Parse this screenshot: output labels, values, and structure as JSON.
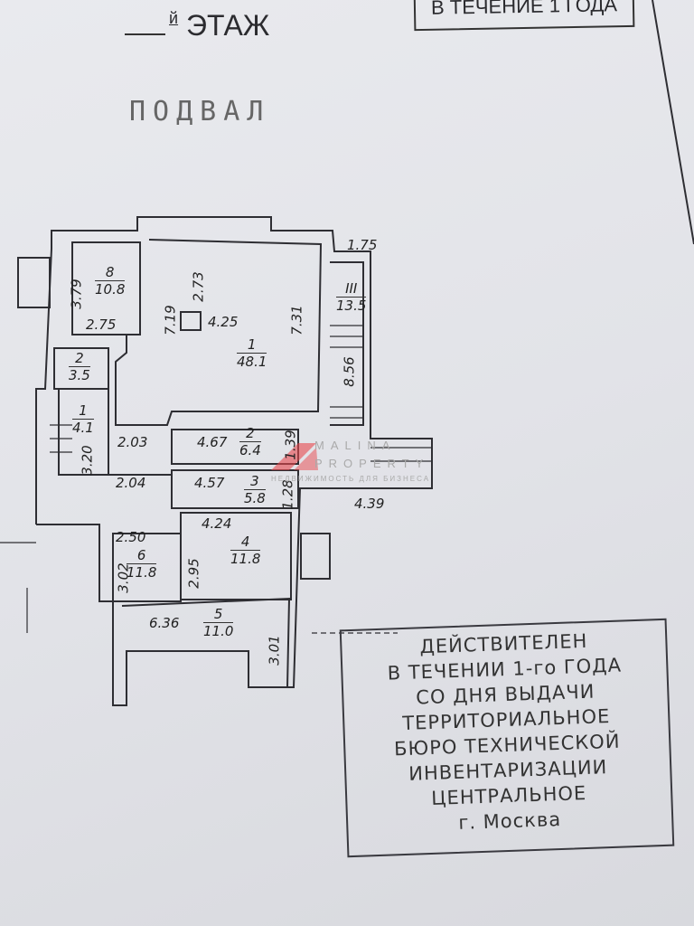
{
  "header": {
    "floor_suffix": "й",
    "floor_label": "ЭТАЖ",
    "floor_name": "ПОДВАЛ",
    "top_box_text": "В ТЕЧЕНИЕ 1 ГОДА"
  },
  "rooms": [
    {
      "number": "1",
      "area": "48.1"
    },
    {
      "number": "2",
      "area": "6.4"
    },
    {
      "number": "3",
      "area": "5.8"
    },
    {
      "number": "4",
      "area": "11.8"
    },
    {
      "number": "5",
      "area": "11.0"
    },
    {
      "number": "6",
      "area": "11.8"
    },
    {
      "number": "8",
      "area": "10.8"
    },
    {
      "number": "2",
      "area": "3.5"
    },
    {
      "number": "1",
      "area": "4.1"
    },
    {
      "number": "III",
      "area": "13.5"
    }
  ],
  "dimensions": [
    "3.79",
    "2.75",
    "7.19",
    "2.73",
    "4.25",
    "7.31",
    "1.75",
    "8.56",
    "2.03",
    "4.67",
    "1.39",
    "2.04",
    "4.57",
    "1.28",
    "4.39",
    "4.24",
    "2.50",
    "3.02",
    "2.95",
    "6.36",
    "3.01",
    "3.20"
  ],
  "stamp": {
    "lines": [
      "ДЕЙСТВИТЕЛЕН",
      "В ТЕЧЕНИИ 1-го ГОДА",
      "СО ДНЯ ВЫДАЧИ",
      "ТЕРРИТОРИАЛЬНОЕ",
      "БЮРО ТЕХНИЧЕСКОЙ",
      "ИНВЕНТАРИЗАЦИИ",
      "ЦЕНТРАЛЬНОЕ",
      "г. Москва"
    ]
  },
  "watermark": {
    "brand_line1": "MALINA",
    "brand_line2": "PROPERTY",
    "tagline": "НЕДВИЖИМОСТЬ ДЛЯ БИЗНЕСА",
    "color": "#e8474c"
  }
}
